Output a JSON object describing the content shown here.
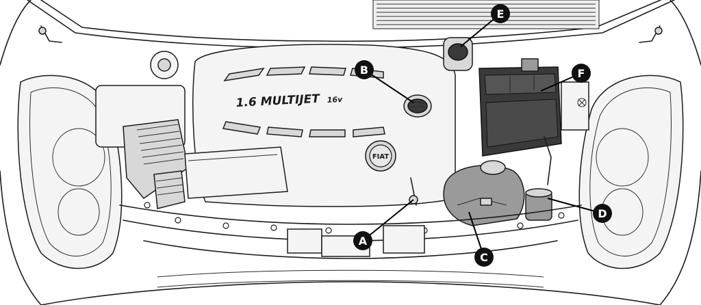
{
  "cover_label": {
    "main": "1.6 MULTIJET",
    "sub": "16v"
  },
  "logo_text": "FIAT",
  "callouts": [
    {
      "id": "A",
      "label": "A"
    },
    {
      "id": "B",
      "label": "B"
    },
    {
      "id": "C",
      "label": "C"
    },
    {
      "id": "D",
      "label": "D"
    },
    {
      "id": "E",
      "label": "E"
    },
    {
      "id": "F",
      "label": "F"
    }
  ]
}
